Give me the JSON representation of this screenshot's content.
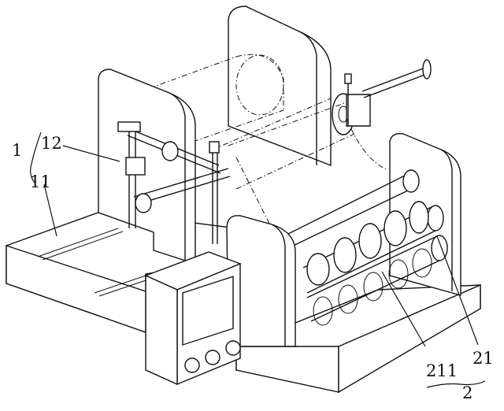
{
  "labels": {
    "l1": "1",
    "l12": "12",
    "l11": "11",
    "l211": "211",
    "l21": "21",
    "l2": "2"
  }
}
